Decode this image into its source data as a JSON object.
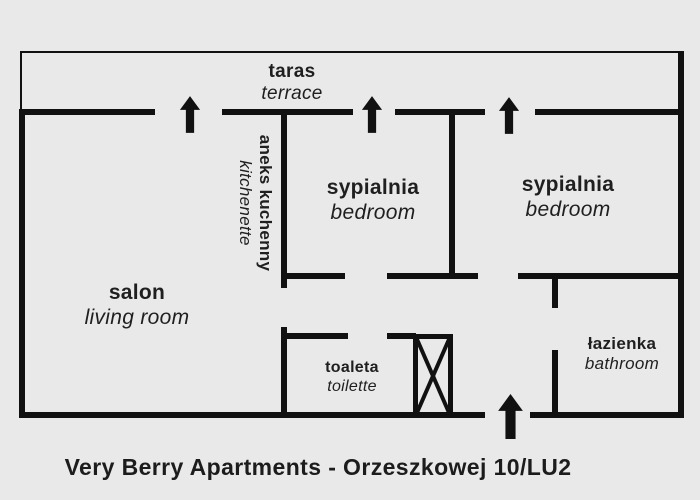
{
  "title": "Very Berry Apartments - Orzeszkowej 10/LU2",
  "colors": {
    "background": "#e9e9e9",
    "wall": "#111111",
    "text": "#1f1f1f"
  },
  "rooms": {
    "terrace": {
      "pl": "taras",
      "en": "terrace"
    },
    "kitchenette": {
      "pl": "aneks kuchenny",
      "en": "kitchenette"
    },
    "bedroom1": {
      "pl": "sypialnia",
      "en": "bedroom"
    },
    "bedroom2": {
      "pl": "sypialnia",
      "en": "bedroom"
    },
    "living_room": {
      "pl": "salon",
      "en": "living room"
    },
    "toilet": {
      "pl": "toaleta",
      "en": "toilette"
    },
    "bathroom": {
      "pl": "łazienka",
      "en": "bathroom"
    }
  },
  "icons": {
    "door_arrow": "up-arrow",
    "entrance_arrow": "up-arrow",
    "shaft": "crossed-box"
  }
}
